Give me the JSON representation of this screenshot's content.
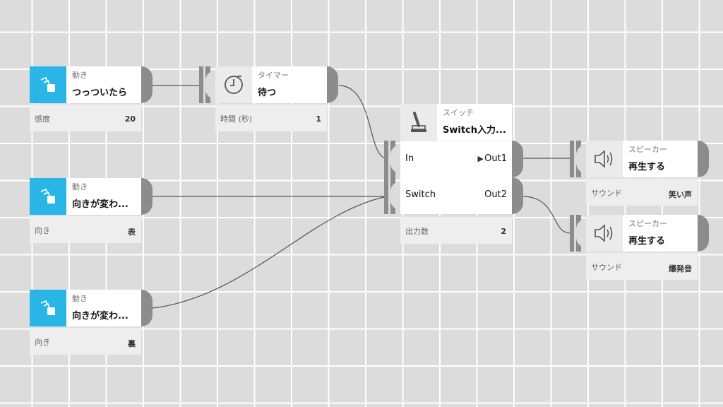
{
  "nodes": {
    "motion1": {
      "category": "動き",
      "title": "つっついたら",
      "footer_label": "感度",
      "footer_value": "20",
      "icon": "motion-cards-icon"
    },
    "timer": {
      "category": "タイマー",
      "title": "待つ",
      "footer_label": "時間 (秒)",
      "footer_value": "1",
      "icon": "clock-icon"
    },
    "motion2": {
      "category": "動き",
      "title": "向きが変わ...",
      "footer_label": "向き",
      "footer_value": "表",
      "icon": "motion-cards-icon"
    },
    "motion3": {
      "category": "動き",
      "title": "向きが変わ...",
      "footer_label": "向き",
      "footer_value": "裏",
      "icon": "motion-cards-icon"
    },
    "switch": {
      "category": "スイッチ",
      "title": "Switch入力...",
      "in_label": "In",
      "switch_label": "Switch",
      "out1_label": "Out1",
      "out2_label": "Out2",
      "footer_label": "出力数",
      "footer_value": "2",
      "icon": "lever-switch-icon"
    },
    "speaker1": {
      "category": "スピーカー",
      "title": "再生する",
      "footer_label": "サウンド",
      "footer_value": "笑い声",
      "icon": "speaker-icon"
    },
    "speaker2": {
      "category": "スピーカー",
      "title": "再生する",
      "footer_label": "サウンド",
      "footer_value": "爆発音",
      "icon": "speaker-icon"
    }
  },
  "colors": {
    "accent": "#29b6e6",
    "port": "#8c8c8c",
    "wire": "#555555",
    "canvas": "#dcdcdc",
    "grid": "#ffffff"
  }
}
